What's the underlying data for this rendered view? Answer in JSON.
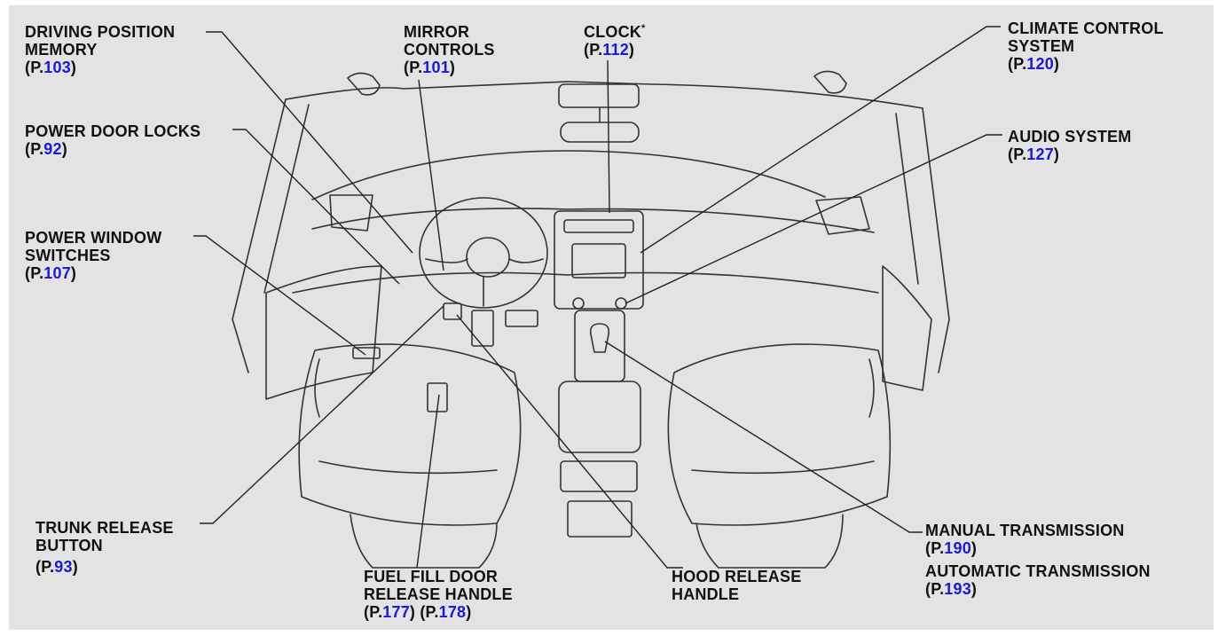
{
  "colors": {
    "background": "#e3e3e3",
    "text": "#111111",
    "page_ref": "#1a1ad0",
    "line_art": "#333333"
  },
  "callouts": {
    "driving_position_memory": {
      "lines": [
        "DRIVING POSITION",
        "MEMORY"
      ],
      "refs": [
        {
          "prefix": "(P.",
          "num": "103",
          "suffix": ")"
        }
      ]
    },
    "mirror_controls": {
      "lines": [
        "MIRROR",
        "CONTROLS"
      ],
      "refs": [
        {
          "prefix": "(P.",
          "num": "101",
          "suffix": ")"
        }
      ]
    },
    "clock": {
      "lines": [
        "CLOCK"
      ],
      "marker": "*",
      "refs": [
        {
          "prefix": "(P.",
          "num": "112",
          "suffix": ")"
        }
      ]
    },
    "climate_control": {
      "lines": [
        "CLIMATE CONTROL",
        "SYSTEM"
      ],
      "refs": [
        {
          "prefix": "(P.",
          "num": "120",
          "suffix": ")"
        }
      ]
    },
    "power_door_locks": {
      "lines": [
        "POWER DOOR LOCKS"
      ],
      "refs": [
        {
          "prefix": "(P.",
          "num": "92",
          "suffix": ")"
        }
      ]
    },
    "audio_system": {
      "lines": [
        "AUDIO SYSTEM"
      ],
      "refs": [
        {
          "prefix": "(P.",
          "num": "127",
          "suffix": ")"
        }
      ]
    },
    "power_window_switches": {
      "lines": [
        "POWER WINDOW",
        "SWITCHES"
      ],
      "refs": [
        {
          "prefix": "(P.",
          "num": "107",
          "suffix": ")"
        }
      ]
    },
    "trunk_release": {
      "lines": [
        "TRUNK RELEASE",
        "BUTTON"
      ],
      "refs": [
        {
          "prefix": "(P.",
          "num": "93",
          "suffix": ")"
        }
      ]
    },
    "fuel_fill_door": {
      "lines": [
        "FUEL FILL DOOR",
        "RELEASE HANDLE"
      ],
      "refs": [
        {
          "prefix": "(P.",
          "num": "177",
          "suffix": ")"
        },
        {
          "prefix": " (P.",
          "num": "178",
          "suffix": ")"
        }
      ]
    },
    "hood_release": {
      "lines": [
        "HOOD RELEASE",
        "HANDLE"
      ],
      "refs": []
    },
    "manual_transmission": {
      "lines": [
        "MANUAL TRANSMISSION"
      ],
      "refs": [
        {
          "prefix": "(P.",
          "num": "190",
          "suffix": ")"
        }
      ]
    },
    "automatic_transmission": {
      "lines": [
        "AUTOMATIC TRANSMISSION"
      ],
      "refs": [
        {
          "prefix": "(P.",
          "num": "193",
          "suffix": ")"
        }
      ]
    }
  }
}
